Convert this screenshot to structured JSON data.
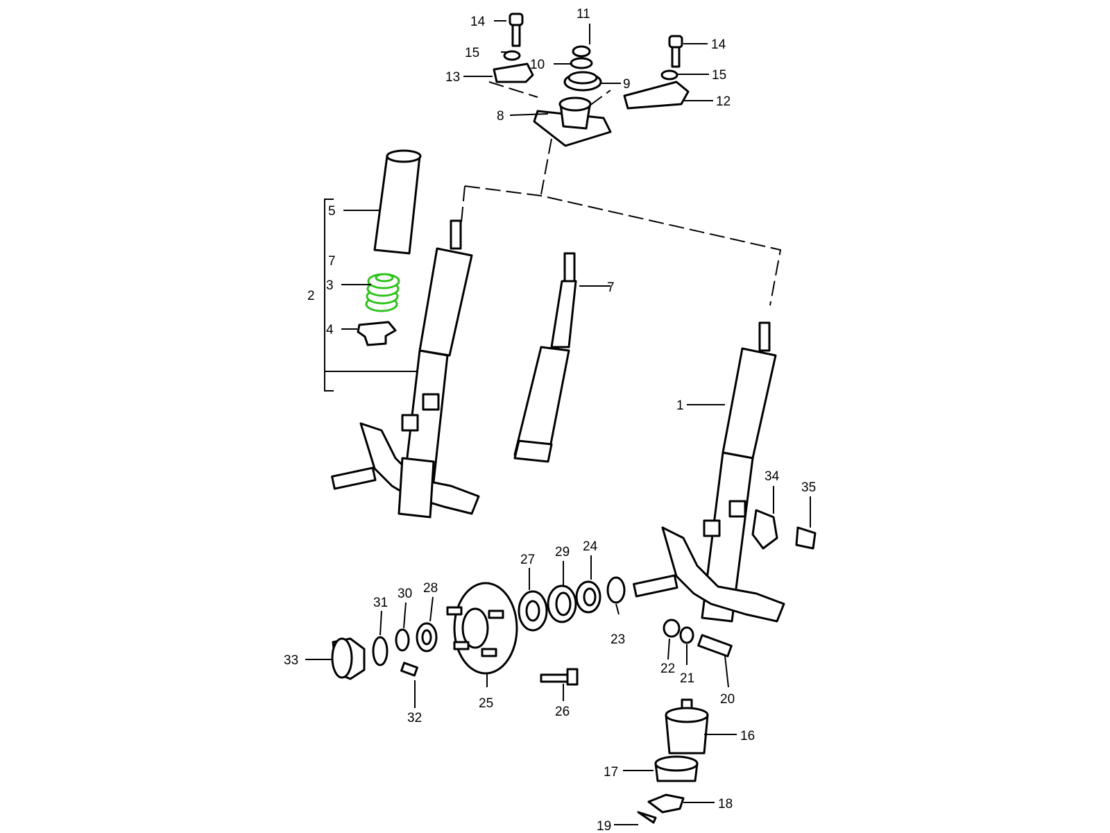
{
  "diagram": {
    "title": "Front suspension strut exploded parts diagram",
    "highlight_color": "#2fc21d",
    "highlighted_part": "3"
  },
  "callouts": [
    "14",
    "11",
    "14",
    "15",
    "10",
    "15",
    "13",
    "9",
    "12",
    "8",
    "5",
    "7",
    "3",
    "2",
    "4",
    "7",
    "1",
    "34",
    "35",
    "27",
    "29",
    "24",
    "28",
    "30",
    "31",
    "23",
    "22",
    "21",
    "20",
    "33",
    "25",
    "26",
    "32",
    "16",
    "17",
    "18",
    "19"
  ]
}
